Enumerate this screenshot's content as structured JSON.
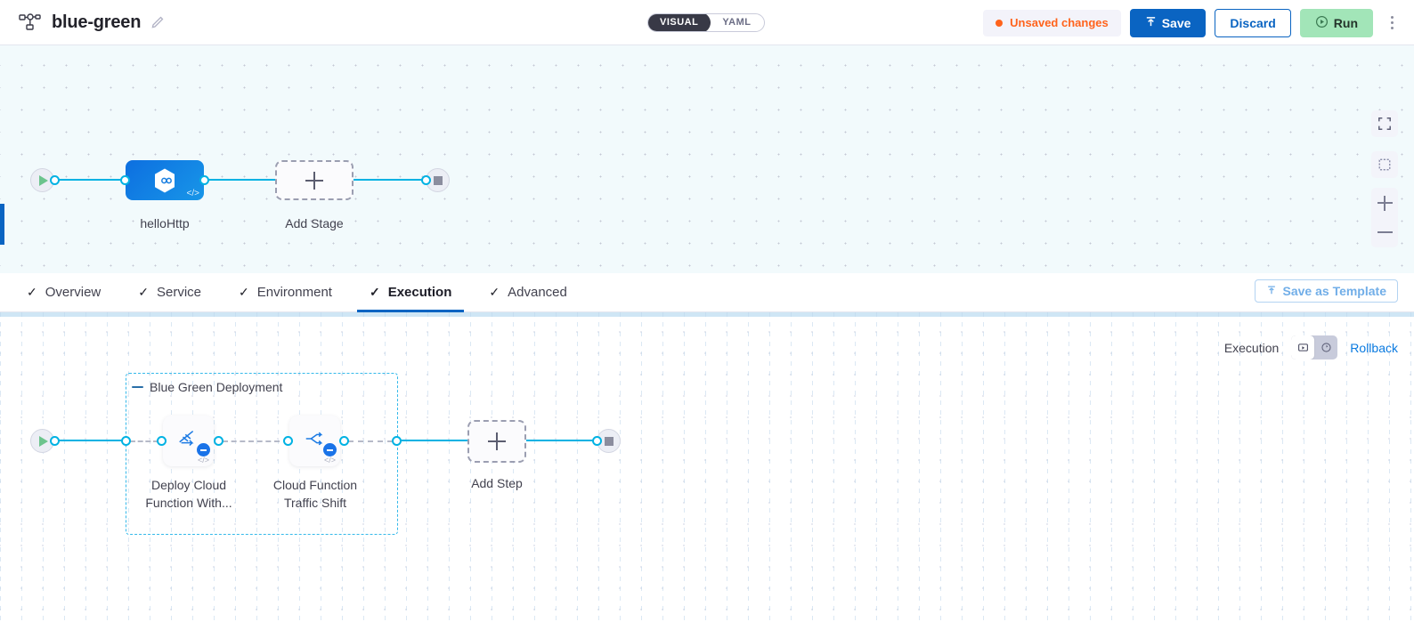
{
  "header": {
    "pipeline_icon": "pipeline-icon",
    "title": "blue-green",
    "edit_icon": "pencil-edit-icon",
    "view_toggle": {
      "visual": "VISUAL",
      "yaml": "YAML",
      "selected": "VISUAL"
    },
    "status": {
      "label": "Unsaved changes",
      "color": "#ff631c"
    },
    "buttons": {
      "save": "Save",
      "discard": "Discard",
      "run": "Run"
    },
    "more_icon": "kebab-menu-icon"
  },
  "stage_canvas": {
    "start_icon": "play-start-icon",
    "stage": {
      "label": "helloHttp",
      "icon": "harness-hexagon-icon",
      "code_badge": "code-icon"
    },
    "add_stage": {
      "label": "Add Stage",
      "icon": "plus-icon"
    },
    "end_icon": "stop-end-icon",
    "controls": {
      "fullscreen": "fullscreen-icon",
      "fit": "fit-to-screen-icon",
      "zoom_in": "zoom-in-icon",
      "zoom_out": "zoom-out-icon"
    }
  },
  "tabs": [
    {
      "label": "Overview",
      "checked": true,
      "active": false
    },
    {
      "label": "Service",
      "checked": true,
      "active": false
    },
    {
      "label": "Environment",
      "checked": true,
      "active": false
    },
    {
      "label": "Execution",
      "checked": true,
      "active": true
    },
    {
      "label": "Advanced",
      "checked": true,
      "active": false
    }
  ],
  "save_as_template": {
    "label": "Save as Template",
    "icon": "template-upload-icon"
  },
  "execution_canvas": {
    "toolbar": {
      "label": "Execution",
      "mode_execution_icon": "execution-steps-icon",
      "mode_rollback_icon": "rollback-arrow-icon",
      "selected_mode": "execution",
      "rollback_link": "Rollback"
    },
    "group": {
      "title": "Blue Green Deployment",
      "collapse_icon": "collapse-icon"
    },
    "steps": [
      {
        "label": "Deploy Cloud Function With...",
        "icon": "deploy-cloud-function-icon",
        "code_badge": "code-icon",
        "badge": "minus-badge-icon"
      },
      {
        "label": "Cloud Function Traffic Shift",
        "icon": "traffic-shift-icon",
        "code_badge": "code-icon",
        "badge": "minus-badge-icon"
      }
    ],
    "add_step": {
      "label": "Add Step",
      "icon": "plus-icon"
    },
    "start_icon": "play-start-icon",
    "end_icon": "stop-end-icon"
  }
}
